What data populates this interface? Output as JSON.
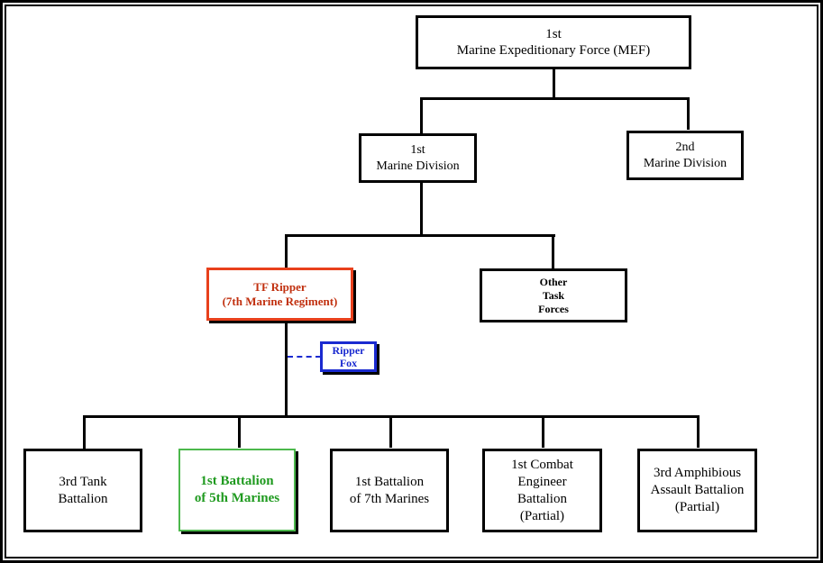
{
  "colors": {
    "tf_ripper": "#e8401c",
    "ripper_fox": "#1a2ad0",
    "battalion_5th": "#1f9a1f",
    "outline": "#000000"
  },
  "chart_title": "",
  "nodes": {
    "mef": "1st\nMarine Expeditionary Force (MEF)",
    "div1": "1st\nMarine Division",
    "div2": "2nd\nMarine Division",
    "tf_ripper": "TF Ripper\n(7th Marine Regiment)",
    "other_tf": "Other\nTask\nForces",
    "ripper_fox": "Ripper\nFox",
    "tank3": "3rd Tank\nBattalion",
    "bn1_5": "1st Battalion\nof 5th Marines",
    "bn1_7": "1st Battalion\nof 7th Marines",
    "ceb1": "1st Combat\nEngineer\nBattalion\n(Partial)",
    "aab3": "3rd Amphibious\nAssault Battalion\n(Partial)"
  },
  "edges": [
    [
      "mef",
      "div1"
    ],
    [
      "mef",
      "div2"
    ],
    [
      "div1",
      "tf_ripper"
    ],
    [
      "div1",
      "other_tf"
    ],
    [
      "tf_ripper",
      "ripper_fox",
      "dashed"
    ],
    [
      "tf_ripper",
      "tank3"
    ],
    [
      "tf_ripper",
      "bn1_5"
    ],
    [
      "tf_ripper",
      "bn1_7"
    ],
    [
      "tf_ripper",
      "ceb1"
    ],
    [
      "tf_ripper",
      "aab3"
    ]
  ]
}
